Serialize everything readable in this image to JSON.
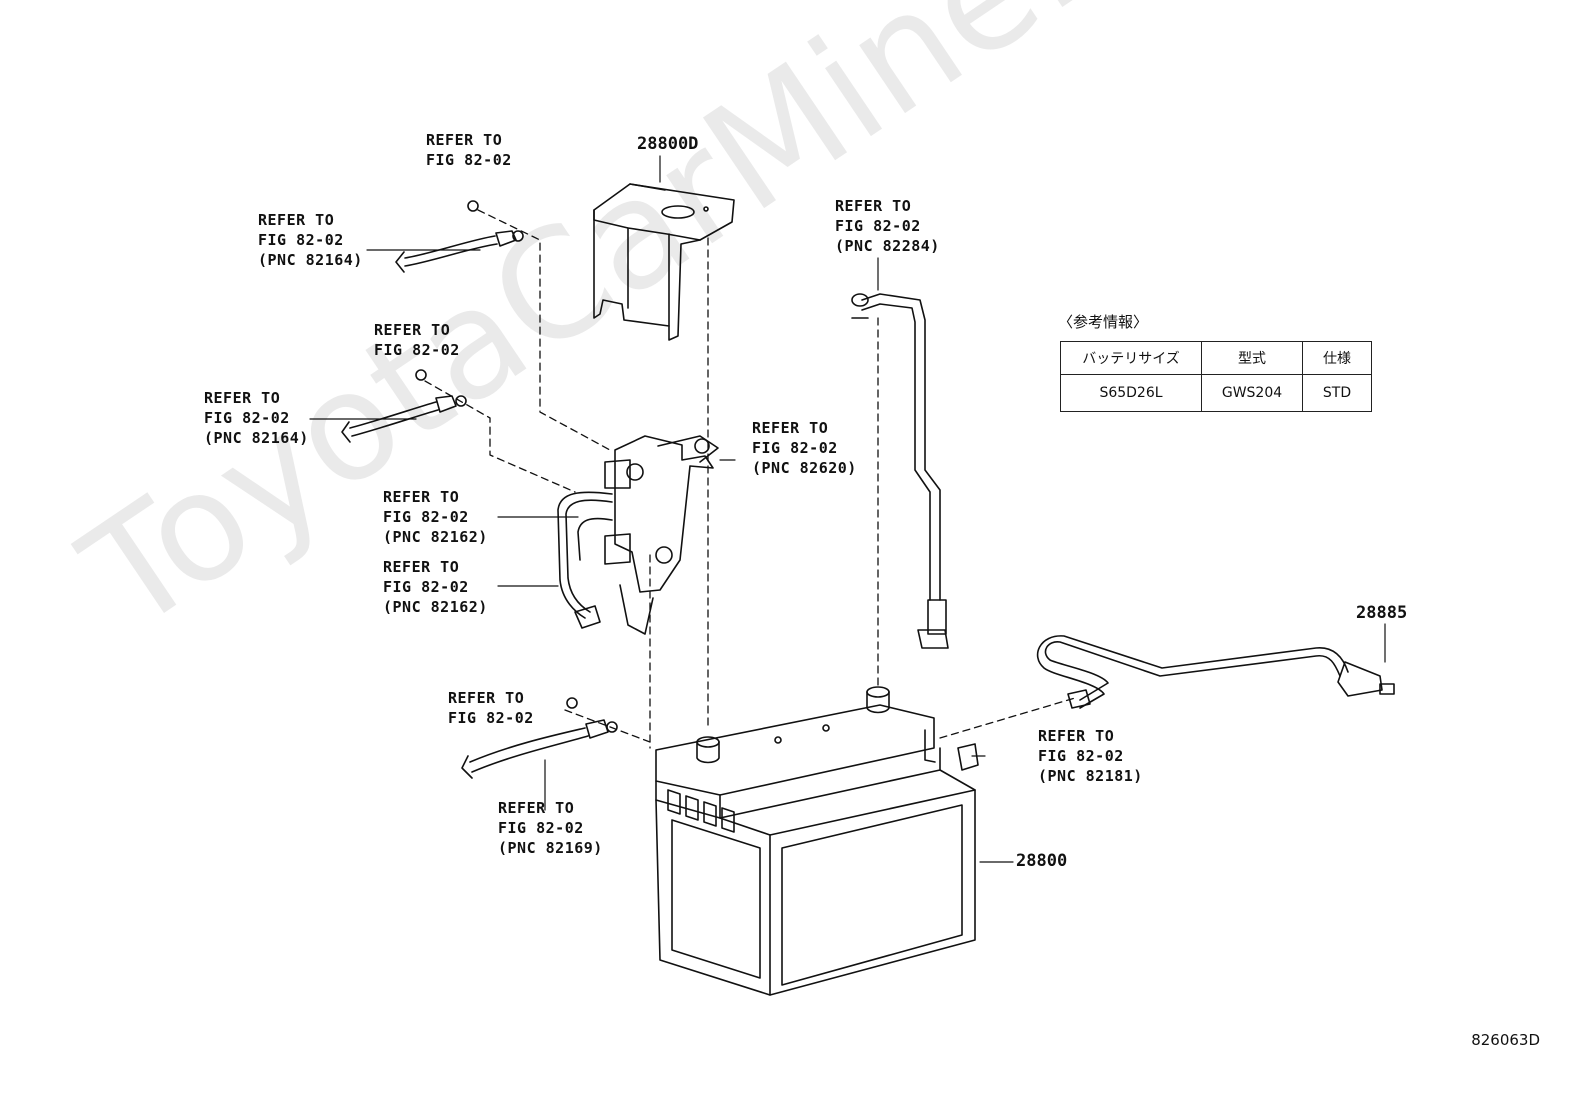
{
  "watermark": "ToyotaCarMine.ru",
  "figure_number": "826063D",
  "part_numbers": {
    "cover": "28800D",
    "battery": "28800",
    "vent_hose": "28885"
  },
  "refer_labels": [
    {
      "line1": "REFER TO",
      "line2": "FIG 82-02",
      "line3": ""
    },
    {
      "line1": "REFER TO",
      "line2": "FIG 82-02",
      "line3": "(PNC 82164)"
    },
    {
      "line1": "REFER TO",
      "line2": "FIG 82-02",
      "line3": ""
    },
    {
      "line1": "REFER TO",
      "line2": "FIG 82-02",
      "line3": "(PNC 82164)"
    },
    {
      "line1": "REFER TO",
      "line2": "FIG 82-02",
      "line3": "(PNC 82284)"
    },
    {
      "line1": "REFER TO",
      "line2": "FIG 82-02",
      "line3": "(PNC 82620)"
    },
    {
      "line1": "REFER TO",
      "line2": "FIG 82-02",
      "line3": "(PNC 82162)"
    },
    {
      "line1": "REFER TO",
      "line2": "FIG 82-02",
      "line3": "(PNC 82162)"
    },
    {
      "line1": "REFER TO",
      "line2": "FIG 82-02",
      "line3": ""
    },
    {
      "line1": "REFER TO",
      "line2": "FIG 82-02",
      "line3": "(PNC 82169)"
    },
    {
      "line1": "REFER TO",
      "line2": "FIG 82-02",
      "line3": "(PNC 82181)"
    }
  ],
  "spec_table": {
    "caption": "〈参考情報〉",
    "headers": [
      "バッテリサイズ",
      "型式",
      "仕様"
    ],
    "row": [
      "S65D26L",
      "GWS204",
      "STD"
    ]
  }
}
